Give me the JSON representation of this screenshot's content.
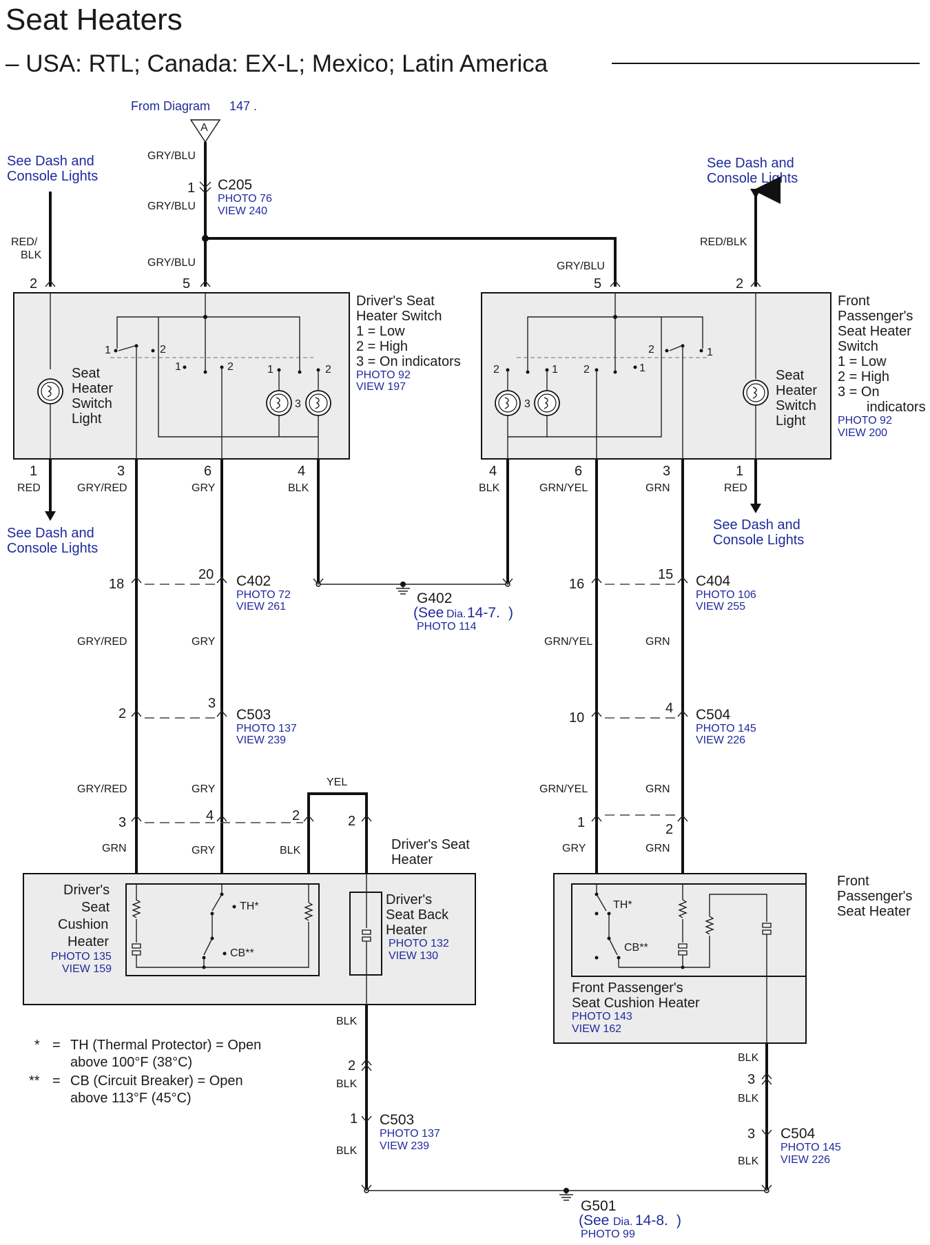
{
  "title": "Seat Heaters",
  "subtitle": "– USA: RTL; Canada: EX-L; Mexico; Latin America",
  "from_diagram": {
    "text": "From Diagram",
    "num": "147",
    "letter": "A"
  },
  "see_dash_1": "See Dash and",
  "see_dash_2": "Console Lights",
  "wire_colors": {
    "gry_blu": "GRY/BLU",
    "red_blk_l1": "RED/",
    "red_blk_l2": "BLK",
    "red_blk": "RED/BLK",
    "red": "RED",
    "gry_red": "GRY/RED",
    "gry": "GRY",
    "blk": "BLK",
    "grn_yel": "GRN/YEL",
    "grn": "GRN",
    "yel": "YEL"
  },
  "c205": {
    "name": "C205",
    "photo": "PHOTO 76",
    "view": "VIEW 240",
    "pin": "1"
  },
  "driver_switch": {
    "name_l1": "Driver's Seat",
    "name_l2": "Heater Switch",
    "legend": [
      "1 = Low",
      "2 = High",
      "3 =  On indicators"
    ],
    "photo": "PHOTO 92",
    "view": "VIEW 197",
    "light_l1": "Seat",
    "light_l2": "Heater",
    "light_l3": "Switch",
    "light_l4": "Light",
    "pins_top": [
      "2",
      "5"
    ],
    "pins_bottom": [
      "1",
      "3",
      "6",
      "4"
    ]
  },
  "pass_switch": {
    "name_l1": "Front",
    "name_l2": "Passenger's",
    "name_l3": "Seat Heater",
    "name_l4": "Switch",
    "legend": [
      "1 = Low",
      "2 = High",
      "3 = On"
    ],
    "legend_cont": "indicators",
    "photo": "PHOTO 92",
    "view": "VIEW 200",
    "light_l1": "Seat",
    "light_l2": "Heater",
    "light_l3": "Switch",
    "light_l4": "Light",
    "pins_top": [
      "5",
      "2"
    ],
    "pins_bottom": [
      "4",
      "6",
      "3",
      "1"
    ]
  },
  "switch_contacts": [
    "1",
    "2",
    "3"
  ],
  "c402": {
    "name": "C402",
    "photo": "PHOTO 72",
    "view": "VIEW 261",
    "pins": [
      "18",
      "20"
    ]
  },
  "g402": {
    "name": "G402",
    "see_pre": "(See",
    "dia": "Dia.",
    "num": "14-7.",
    "close": ")",
    "photo": "PHOTO 114"
  },
  "c404": {
    "name": "C404",
    "photo": "PHOTO 106",
    "view": "VIEW 255",
    "pins": [
      "16",
      "15"
    ]
  },
  "c503_top": {
    "name": "C503",
    "photo": "PHOTO 137",
    "view": "VIEW 239",
    "pins": [
      "2",
      "3"
    ]
  },
  "c504_top": {
    "name": "C504",
    "photo": "PHOTO 145",
    "view": "VIEW 226",
    "pins": [
      "10",
      "4"
    ]
  },
  "driver_heater_conn_pins": [
    "3",
    "4",
    "2",
    "2"
  ],
  "pass_heater_conn_pins": [
    "1",
    "2"
  ],
  "driver_heater": {
    "name_l1": "Driver's Seat",
    "name_l2": "Heater"
  },
  "driver_cushion": {
    "l1": "Driver's",
    "l2": "Seat",
    "l3": "Cushion",
    "l4": "Heater",
    "photo": "PHOTO 135",
    "view": "VIEW 159"
  },
  "driver_back": {
    "l1": "Driver's",
    "l2": "Seat Back",
    "l3": "Heater",
    "photo": "PHOTO 132",
    "view": "VIEW 130"
  },
  "th": "TH*",
  "cb": "CB**",
  "pass_heater": {
    "l1": "Front",
    "l2": "Passenger's",
    "l3": "Seat Heater"
  },
  "pass_cushion": {
    "l1": "Front Passenger's",
    "l2": "Seat Cushion Heater",
    "photo": "PHOTO 143",
    "view": "VIEW 162"
  },
  "notes": [
    {
      "sym": "*",
      "eq": "=",
      "l1": "TH (Thermal Protector) = Open",
      "l2": "above 100°F (38°C)"
    },
    {
      "sym": "**",
      "eq": "=",
      "l1": "CB (Circuit Breaker) = Open",
      "l2": "above 113°F (45°C)"
    }
  ],
  "c503_bot": {
    "name": "C503",
    "photo": "PHOTO 137",
    "view": "VIEW 239",
    "pins": [
      "2",
      "1"
    ]
  },
  "c504_bot": {
    "name": "C504",
    "photo": "PHOTO 145",
    "view": "VIEW 226",
    "pins": [
      "3",
      "3"
    ]
  },
  "g501": {
    "name": "G501",
    "see_pre": "(See",
    "dia": "Dia.",
    "num": "14-8.",
    "close": ")",
    "photo": "PHOTO 99"
  }
}
